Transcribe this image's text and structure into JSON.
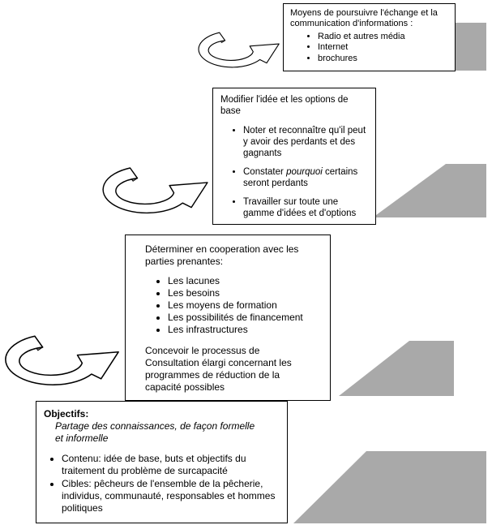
{
  "boxes": {
    "communication": {
      "title": "Moyens de poursuivre l'échange et la communication d'informations :",
      "bullets": [
        "Radio et autres média",
        "Internet",
        "brochures"
      ]
    },
    "modify": {
      "title": "Modifier l'idée et les options de base",
      "bullets": [
        {
          "pre": "Noter et reconnaître qu'il peut y avoir des perdants et des gagnants",
          "italic": "",
          "post": ""
        },
        {
          "pre": "Constater ",
          "italic": "pourquoi",
          "post": " certains seront perdants"
        },
        {
          "pre": "Travailler sur toute une gamme d'idées et d'options",
          "italic": "",
          "post": ""
        }
      ]
    },
    "determine": {
      "title": "Déterminer en cooperation avec les parties prenantes:",
      "bullets": [
        "Les lacunes",
        "Les besoins",
        "Les moyens de formation",
        "Les possibilités de financement",
        "Les infrastructures"
      ],
      "paragraph": "Concevoir le processus de Consultation élargi concernant les programmes de réduction de la capacité possibles"
    },
    "objectives": {
      "title": "Objectifs:",
      "subtitle": "Partage des connaissances, de façon formelle et informelle",
      "bullets": [
        "Contenu: idée de base, buts et objectifs du traitement du problème de surcapacité",
        "Cibles: pêcheurs de l'ensemble de la pêcherie, individus, communauté, responsables et hommes politiques"
      ]
    }
  },
  "colors": {
    "shadow": "#a9a9a9",
    "border": "#000000",
    "background": "#ffffff",
    "arrow_fill": "#ffffff",
    "arrow_cap": "#999999",
    "line": "#000000"
  },
  "icons": {
    "arrow": "curved-arrow-icon"
  }
}
